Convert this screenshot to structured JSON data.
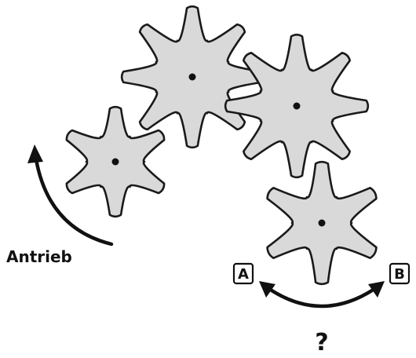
{
  "labels": {
    "drive": "Antrieb",
    "option_a": "A",
    "option_b": "B",
    "question": "?"
  },
  "gears": [
    {
      "id": "gear-1",
      "teeth": 6
    },
    {
      "id": "gear-2",
      "teeth": 8
    },
    {
      "id": "gear-3",
      "teeth": 8
    },
    {
      "id": "gear-4",
      "teeth": 6
    }
  ],
  "colors": {
    "gear_fill": "#d9d9d9",
    "outline": "#1a1a1a",
    "arrow": "#111111"
  }
}
